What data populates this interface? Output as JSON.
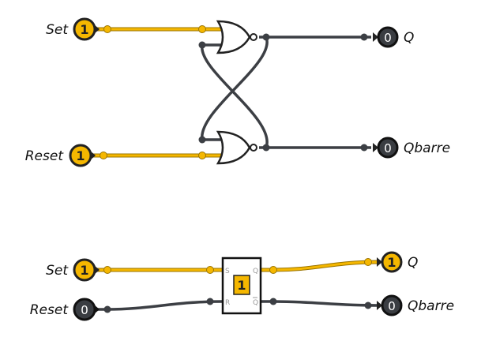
{
  "colors": {
    "active": "#f5b700",
    "active_dark": "#9a7400",
    "inactive": "#3a3d42",
    "wire_inactive": "#3c3f44",
    "gate_stroke": "#222222",
    "text": "#111111"
  },
  "top_circuit": {
    "inputs": [
      {
        "label": "Set",
        "value": "1"
      },
      {
        "label": "Reset",
        "value": "1"
      }
    ],
    "outputs": [
      {
        "label": "Q",
        "value": "0"
      },
      {
        "label": "Qbarre",
        "value": "0"
      }
    ],
    "gates": [
      {
        "type": "NOR",
        "icon": "nor-gate-icon"
      },
      {
        "type": "NOR",
        "icon": "nor-gate-icon"
      }
    ]
  },
  "bottom_circuit": {
    "inputs": [
      {
        "label": "Set",
        "value": "1"
      },
      {
        "label": "Reset",
        "value": "0"
      }
    ],
    "outputs": [
      {
        "label": "Q",
        "value": "1"
      },
      {
        "label": "Qbarre",
        "value": "0"
      }
    ],
    "latch": {
      "state": "1",
      "pin_s": "S",
      "pin_r": "R",
      "pin_q": "Q",
      "pin_qbar": "Q"
    }
  }
}
